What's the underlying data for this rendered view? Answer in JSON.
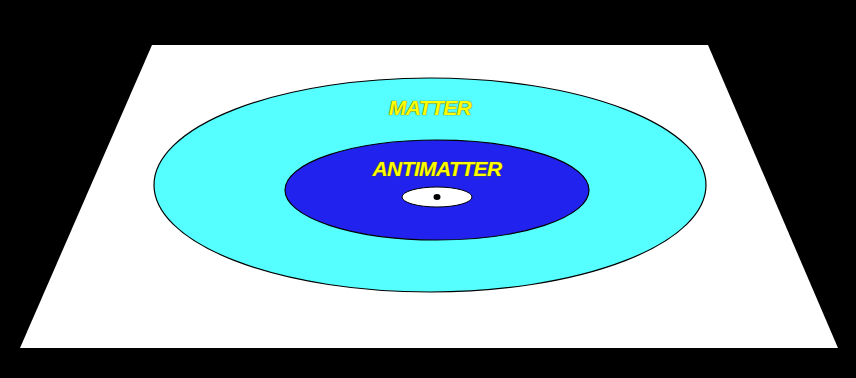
{
  "diagram": {
    "nodes": [
      {
        "text": [
          "MATTER"
        ]
      },
      {
        "text": [
          "ANTIMATTER"
        ],
        "in": 0
      }
    ]
  }
}
